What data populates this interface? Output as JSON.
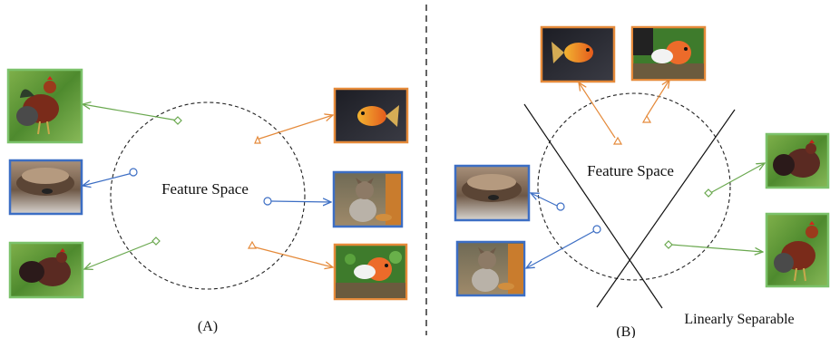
{
  "panels": {
    "a": {
      "region_label": "Feature Space",
      "caption": "(A)"
    },
    "b": {
      "region_label": "Feature Space",
      "caption": "(B)",
      "annotation": "Linearly Separable"
    }
  },
  "thumbnails": {
    "rooster": "rooster photo",
    "dog": "sleeping dog photo",
    "hen": "hen photo",
    "goldfish": "goldfish photo",
    "terrier": "terrier photo",
    "goldfish2": "goldfish photo"
  },
  "colors": {
    "green": "#6aa84f",
    "blue": "#3c6ec4",
    "orange": "#e58a3a",
    "line": "#111111"
  },
  "icons": [
    "diamond-marker-icon",
    "circle-marker-icon",
    "triangle-marker-icon"
  ]
}
